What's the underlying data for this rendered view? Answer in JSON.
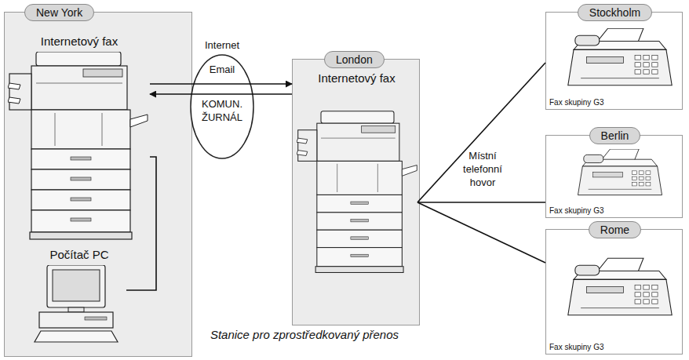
{
  "diagram": {
    "nodes": [
      {
        "text": [
          "New York"
        ]
      },
      {
        "text": [
          "Internetový fax"
        ],
        "in": 0
      },
      {
        "text": [
          "Počítač PC"
        ],
        "in": 0
      },
      {
        "text": [
          "London"
        ]
      },
      {
        "text": [
          "Internetový fax"
        ],
        "in": 3
      },
      {
        "text": [
          "Stockholm",
          "Fax skupiny G3"
        ]
      },
      {
        "text": [
          "Berlin",
          "Fax skupiny G3"
        ]
      },
      {
        "text": [
          "Rome",
          "Fax skupiny G3"
        ]
      }
    ],
    "edges": [
      {
        "from": 1,
        "to": 3,
        "arrow": "to",
        "label": "Email"
      },
      {
        "from": 3,
        "to": 1,
        "arrow": "to",
        "label": "KOMUN. ŽURNÁL"
      },
      {
        "from": 1,
        "to": 2,
        "arrow": "none"
      },
      {
        "from": 4,
        "to": 5,
        "arrow": "none"
      },
      {
        "from": 4,
        "to": 6,
        "arrow": "none",
        "label": "Místní telefonní hovor"
      },
      {
        "from": 4,
        "to": 7,
        "arrow": "none"
      }
    ],
    "labels": [
      "Internet",
      "Stanice pro zprostředkovaný přenos"
    ]
  }
}
